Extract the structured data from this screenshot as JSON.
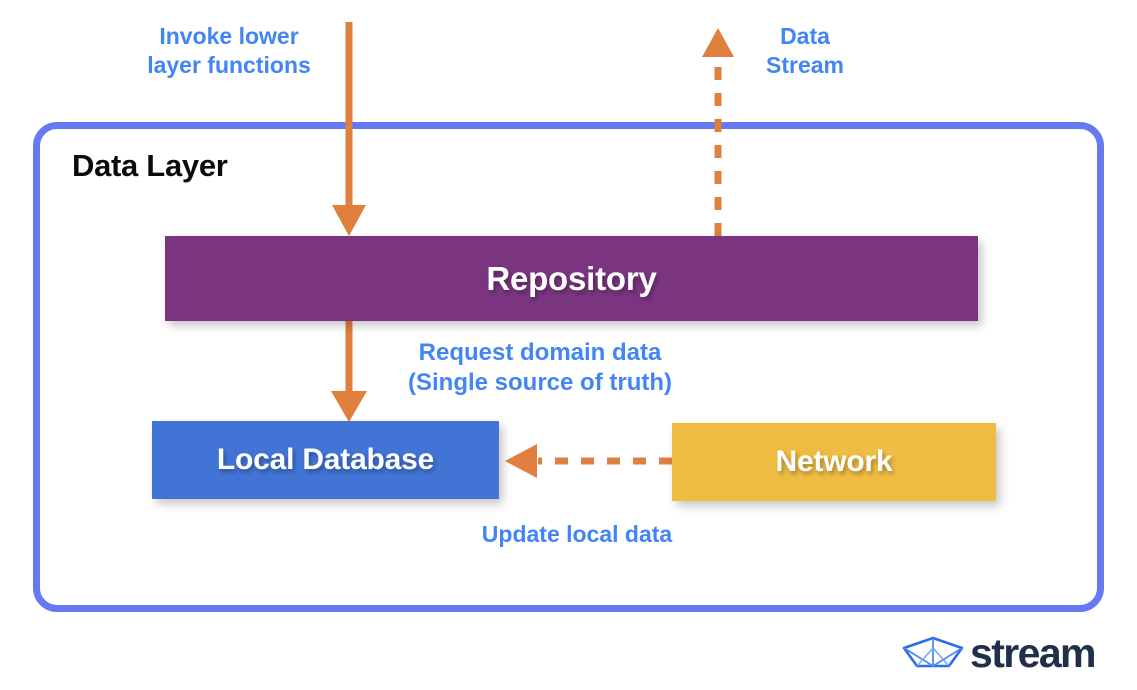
{
  "diagram": {
    "title": "Data Layer",
    "container_border_color": "#6679F0"
  },
  "nodes": [
    {
      "id": "repository",
      "label": "Repository",
      "color": "#7B3580"
    },
    {
      "id": "local-database",
      "label": "Local Database",
      "color": "#4274D6"
    },
    {
      "id": "network",
      "label": "Network",
      "color": "#EFBC43"
    }
  ],
  "annotations": {
    "invoke": "Invoke lower\nlayer functions",
    "data_stream": "Data\nStream",
    "request_domain": "Request domain data\n(Single source of truth)",
    "update_local": "Update local data",
    "text_color": "#4285F4"
  },
  "arrows": [
    {
      "id": "invoke-arrow",
      "style": "solid",
      "direction": "down",
      "color": "#E0803E",
      "from": "outside-top",
      "to": "repository"
    },
    {
      "id": "data-stream-arrow",
      "style": "dashed",
      "direction": "up",
      "color": "#E0803E",
      "from": "repository",
      "to": "outside-top"
    },
    {
      "id": "request-arrow",
      "style": "solid",
      "direction": "down",
      "color": "#E0803E",
      "from": "repository",
      "to": "local-database"
    },
    {
      "id": "update-arrow",
      "style": "dashed",
      "direction": "left",
      "color": "#E0803E",
      "from": "network",
      "to": "local-database"
    }
  ],
  "brand": {
    "name": "stream",
    "logo_icon": "paper-boat-icon",
    "logo_color": "#2D6BE8",
    "text_color": "#21304A"
  }
}
